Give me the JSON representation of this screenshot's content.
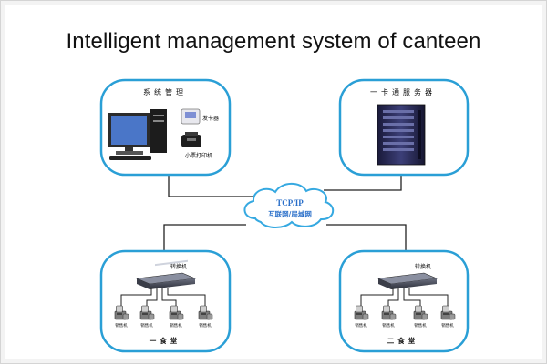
{
  "title": "Intelligent management system of canteen",
  "nodes": {
    "management": {
      "label": "系统管理",
      "card_issuer": "发卡器",
      "receipt_printer": "小票打印机"
    },
    "server": {
      "label": "一卡通服务器"
    },
    "network": {
      "protocol": "TCP/IP",
      "scope": "互联网/局域网"
    },
    "canteen1": {
      "switch_label": "转换机",
      "label": "一食堂",
      "terminals": [
        "销售机",
        "销售机",
        "销售机",
        "销售机"
      ]
    },
    "canteen2": {
      "switch_label": "转换机",
      "label": "二食堂",
      "terminals": [
        "销售机",
        "销售机",
        "销售机",
        "销售机"
      ]
    }
  },
  "colors": {
    "box_border": "#2a9fd6",
    "cloud_border": "#36a9e1",
    "network_text": "#2a6fc9",
    "wire": "#222222"
  }
}
